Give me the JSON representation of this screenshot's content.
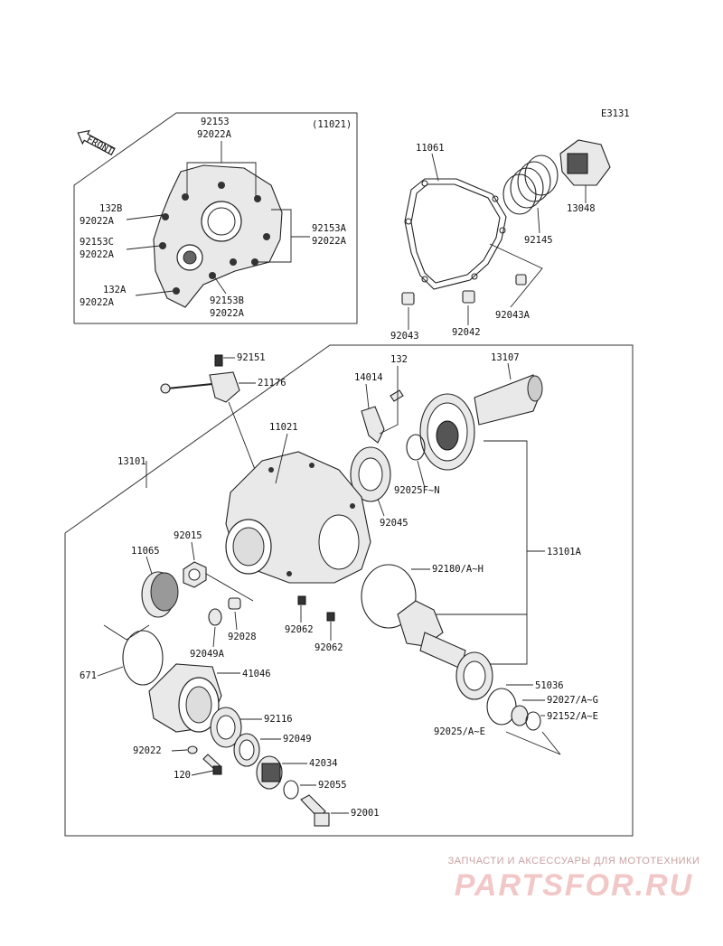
{
  "diagram_id": "E3131",
  "front_label": "FRONT",
  "inset_ref": "(11021)",
  "labels": {
    "p92153": "92153",
    "p92022A_top": "92022A",
    "p132B": "132B",
    "p92022A_l1": "92022A",
    "p92153C": "92153C",
    "p92022A_l2": "92022A",
    "p132A": "132A",
    "p92022A_l3": "92022A",
    "p92153A": "92153A",
    "p92022A_r": "92022A",
    "p92153B": "92153B",
    "p92022A_b": "92022A",
    "p11061": "11061",
    "p13048": "13048",
    "p92145": "92145",
    "p92043": "92043",
    "p92042": "92042",
    "p92043A": "92043A",
    "p92151": "92151",
    "p21176": "21176",
    "p14014": "14014",
    "p132": "132",
    "p13107": "13107",
    "p11021": "11021",
    "p13101": "13101",
    "p92025FN": "92025F~N",
    "p92045": "92045",
    "p92015": "92015",
    "p11065": "11065",
    "p13101A": "13101A",
    "p92180": "92180/A~H",
    "p92028": "92028",
    "p92062a": "92062",
    "p92062b": "92062",
    "p92049A": "92049A",
    "p671": "671",
    "p41046": "41046",
    "p51036": "51036",
    "p92027": "92027/A~G",
    "p92152": "92152/A~E",
    "p92025AE": "92025/A~E",
    "p92116": "92116",
    "p92049": "92049",
    "p92022": "92022",
    "p42034": "42034",
    "p120": "120",
    "p92055": "92055",
    "p92001": "92001"
  },
  "watermark": {
    "tagline": "ЗАПЧАСТИ И АКСЕССУАРЫ ДЛЯ МОТОТЕХНИКИ",
    "brand": "PARTSFOR.RU",
    "color": "#e57373"
  }
}
